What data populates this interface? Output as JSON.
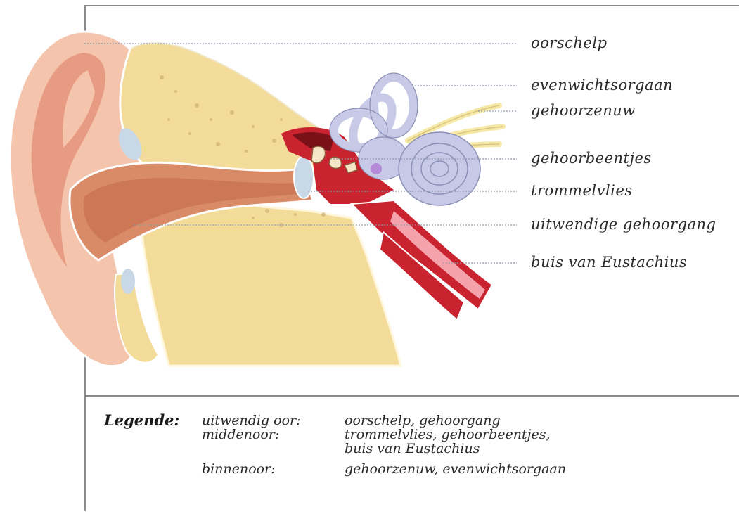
{
  "labels": {
    "outer_ear": "oorschelp",
    "balance_organ": "evenwichtsorgaan",
    "auditory_nerve": "gehoorzenuw",
    "ossicles": "gehoorbeentjes",
    "eardrum": "trommelvlies",
    "ear_canal": "uitwendige gehoorgang",
    "eustachian_tube": "buis van Eustachius"
  },
  "legend": {
    "title": "Legende:",
    "rows": [
      {
        "term": "uitwendig oor:",
        "parts": "oorschelp, gehoorgang"
      },
      {
        "term": "middenoor:",
        "parts": "trommelvlies, gehoorbeentjes,"
      },
      {
        "term": "",
        "parts": "buis van Eustachius"
      },
      {
        "term": "binnenoor:",
        "parts": "gehoorzenuw, evenwichtsorgaan"
      }
    ]
  },
  "colors": {
    "skin": "#f4c4ad",
    "skin_dark": "#e4947a",
    "bone": "#f3dc9a",
    "bone_speckle": "#c9a26a",
    "canal": "#d98a66",
    "red": "#c8232e",
    "cochlea": "#c7c9e6",
    "nerve": "#f6e9a8",
    "leader": "#8a9ab0"
  }
}
